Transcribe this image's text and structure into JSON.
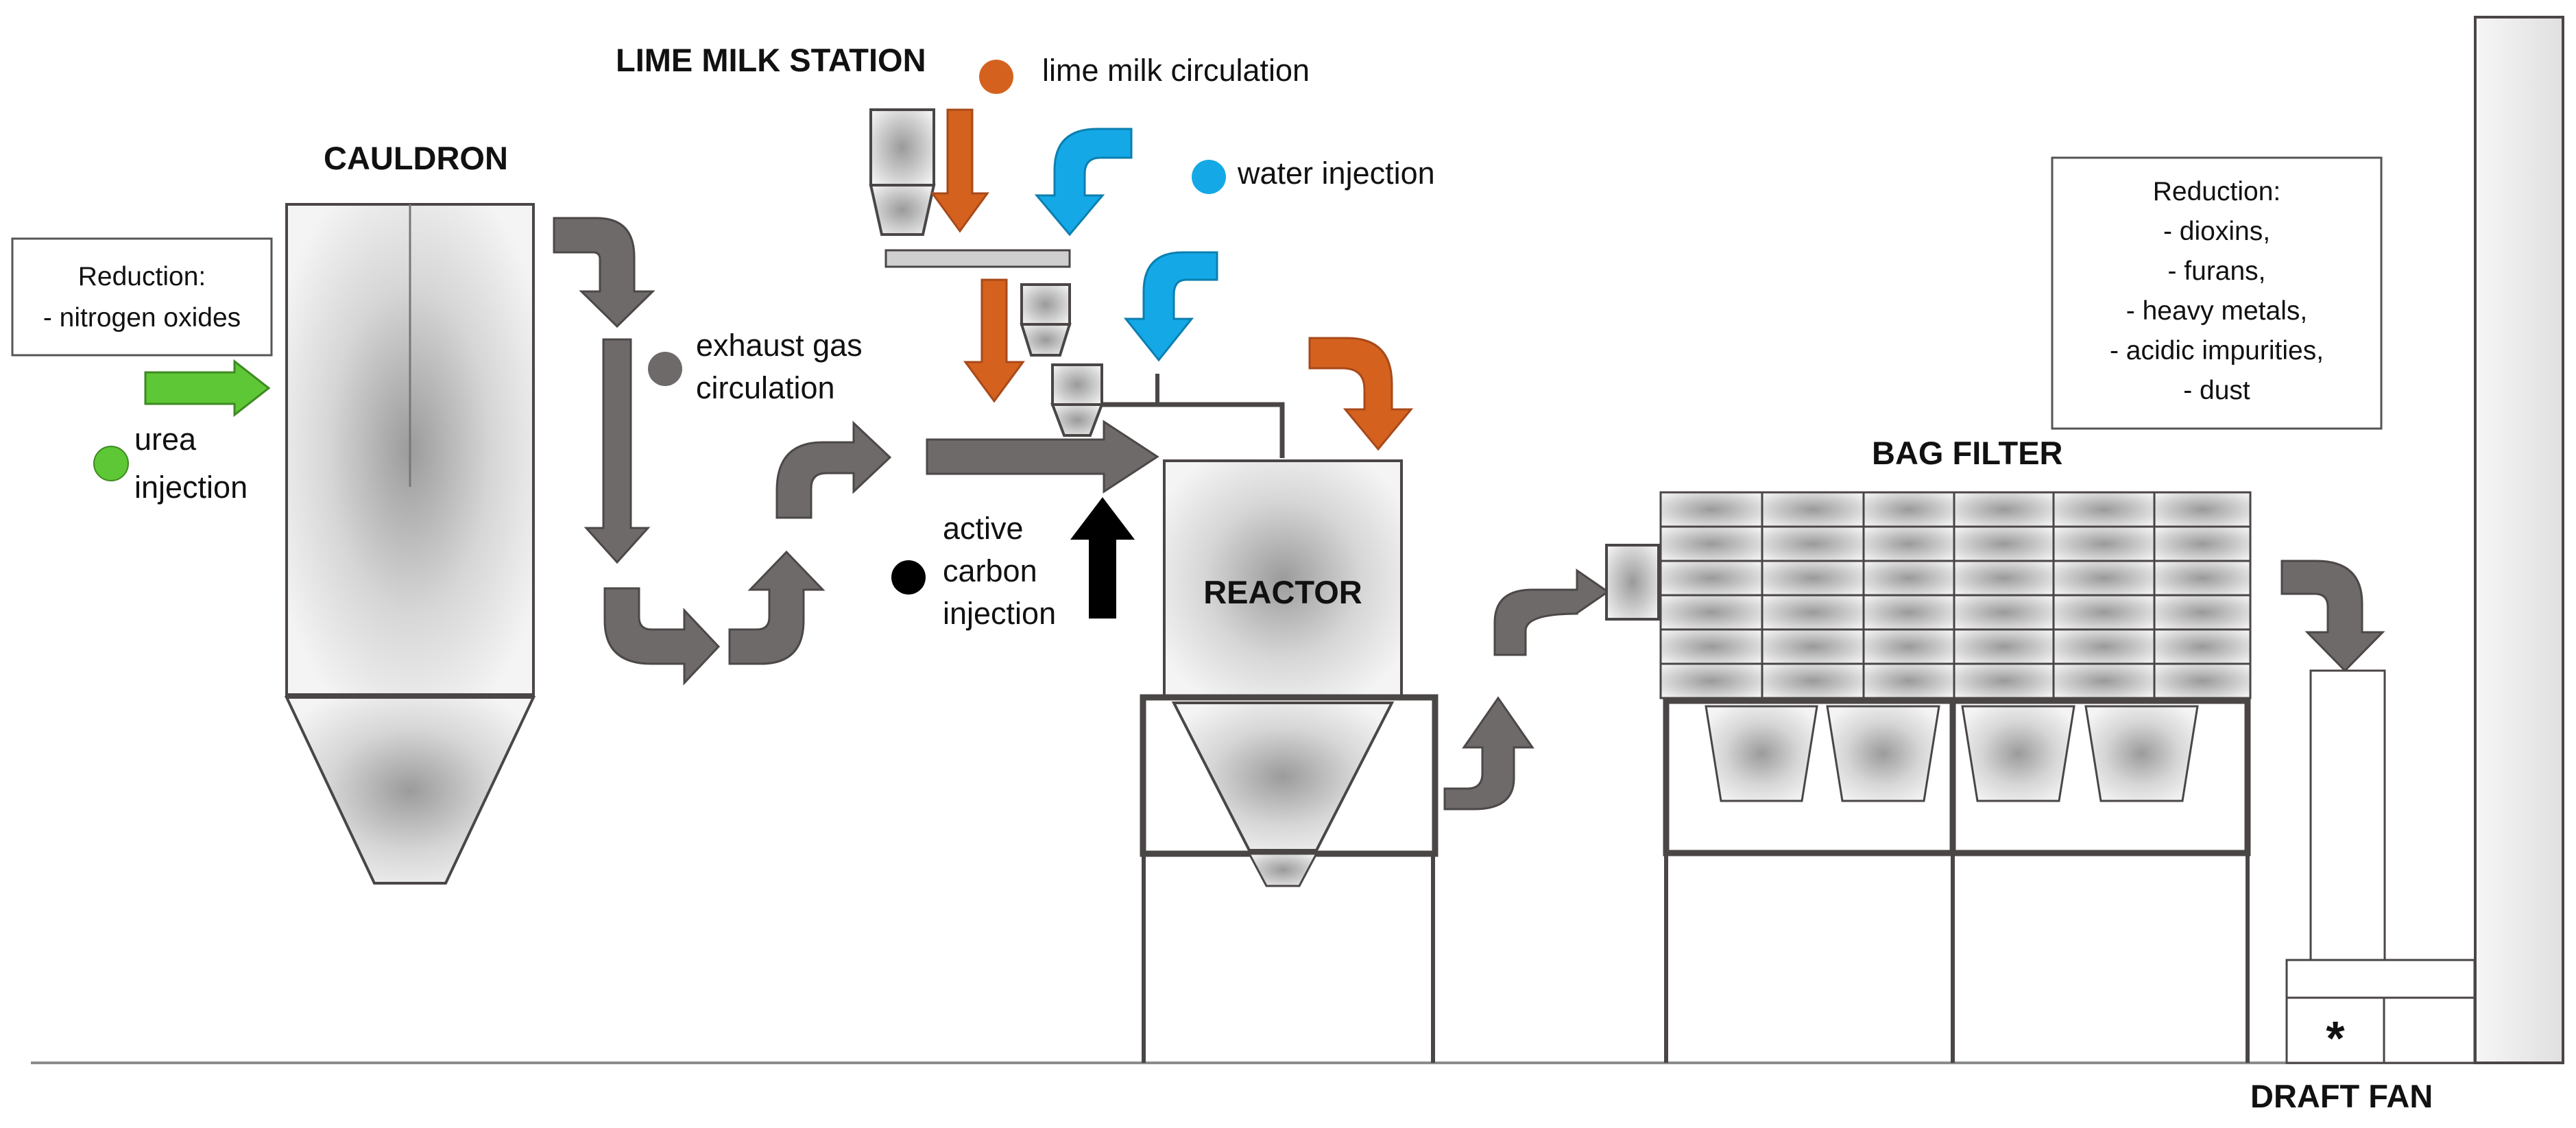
{
  "labels": {
    "cauldron": "CAULDRON",
    "lime_milk_station": "LIME MILK STATION",
    "reactor": "REACTOR",
    "bag_filter": "BAG FILTER",
    "draft_fan": "DRAFT FAN",
    "fan_symbol": "*"
  },
  "legend": {
    "lime_milk": "lime milk circulation",
    "water": "water injection",
    "exhaust": [
      "exhaust gas",
      "circulation"
    ],
    "urea": [
      "urea",
      "injection"
    ],
    "carbon": [
      "active",
      "carbon",
      "injection"
    ]
  },
  "notes": {
    "nox": [
      "Reduction:",
      "- nitrogen oxides"
    ],
    "bag": [
      "Reduction:",
      "- dioxins,",
      "- furans,",
      "- heavy metals,",
      "- acidic impurities,",
      "- dust"
    ]
  },
  "colors": {
    "gas_flow": "#6f6a6a",
    "lime_milk": "#d4621e",
    "water": "#14a9e6",
    "urea": "#5ec735",
    "carbon": "#000000",
    "equipment_fill": "#d6d6d6",
    "equipment_stroke": "#4b4646"
  }
}
